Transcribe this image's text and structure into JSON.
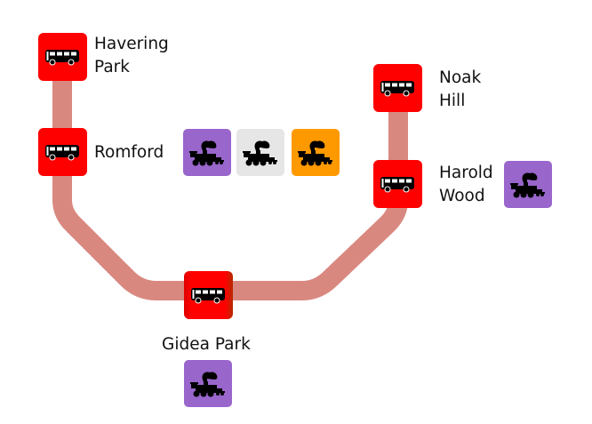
{
  "map": {
    "line_color": "#d98880",
    "bus_stop_color": "#ff0000",
    "stations": [
      {
        "id": "havering-park",
        "name_lines": [
          "Havering",
          "Park"
        ],
        "type": "bus"
      },
      {
        "id": "romford",
        "name_lines": [
          "Romford"
        ],
        "type": "bus"
      },
      {
        "id": "gidea-park",
        "name_lines": [
          "Gidea Park"
        ],
        "type": "bus"
      },
      {
        "id": "harold-wood",
        "name_lines": [
          "Harold",
          "Wood"
        ],
        "type": "bus"
      },
      {
        "id": "noak-hill",
        "name_lines": [
          "Noak",
          "Hill"
        ],
        "type": "bus"
      }
    ],
    "interchanges": {
      "romford": [
        {
          "icon": "steam-train-icon",
          "color": "#9966cc"
        },
        {
          "icon": "steam-train-icon",
          "color": "#e6e6e6"
        },
        {
          "icon": "steam-train-icon",
          "color": "#ff9900"
        }
      ],
      "harold-wood": [
        {
          "icon": "steam-train-icon",
          "color": "#9966cc"
        }
      ],
      "gidea-park": [
        {
          "icon": "steam-train-icon",
          "color": "#9966cc"
        }
      ]
    }
  }
}
